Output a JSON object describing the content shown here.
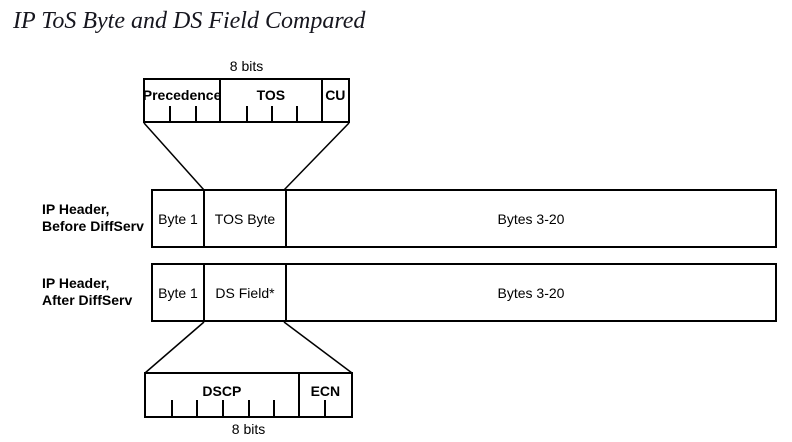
{
  "title": "IP ToS Byte and DS Field Compared",
  "colors": {
    "line": "#000000",
    "text": "#000000",
    "title_text": "#16161e",
    "background": "#ffffff"
  },
  "tos_byte_detail": {
    "bits_label": "8 bits",
    "cells": [
      {
        "label": "Precedence",
        "bits": 3
      },
      {
        "label": "TOS",
        "bits": 4
      },
      {
        "label": "CU",
        "bits": 1
      }
    ]
  },
  "rows": [
    {
      "label_line1": "IP Header,",
      "label_line2": "Before DiffServ",
      "cells": [
        {
          "label": "Byte 1"
        },
        {
          "label": "TOS Byte"
        },
        {
          "label": "Bytes 3-20"
        }
      ]
    },
    {
      "label_line1": "IP Header,",
      "label_line2": "After DiffServ",
      "cells": [
        {
          "label": "Byte 1"
        },
        {
          "label": "DS Field*"
        },
        {
          "label": "Bytes 3-20"
        }
      ]
    }
  ],
  "ds_field_detail": {
    "bits_label": "8 bits",
    "cells": [
      {
        "label": "DSCP",
        "bits": 6
      },
      {
        "label": "ECN",
        "bits": 2
      }
    ]
  }
}
